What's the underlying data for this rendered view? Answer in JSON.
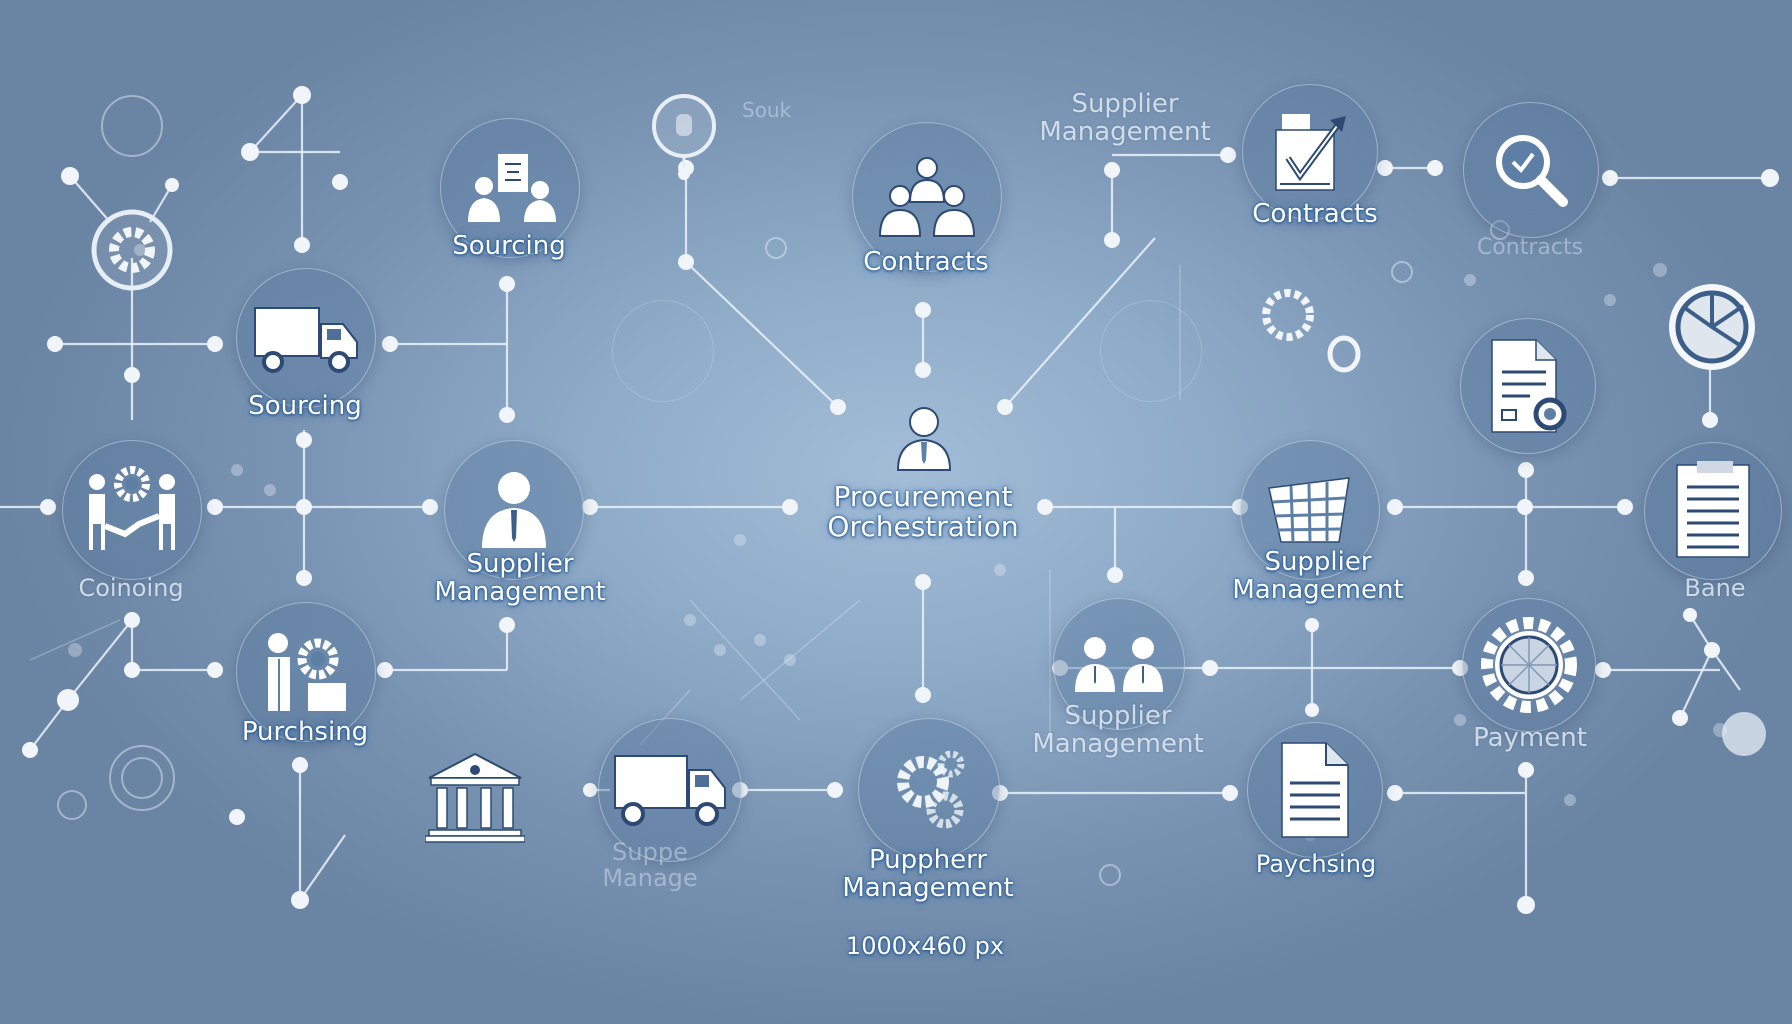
{
  "diagram": {
    "title": "Procurement Orchestration",
    "center": {
      "label_line1": "Procurement",
      "label_line2": "Orchestration",
      "icon": "person-icon"
    },
    "nodes": [
      {
        "id": "sourcing-top",
        "label": "Sourcing",
        "icon": "team-document-icon"
      },
      {
        "id": "sourcing-truck",
        "label": "Sourcing",
        "icon": "truck-icon"
      },
      {
        "id": "contracts-team",
        "label": "Contracts",
        "icon": "team-icon"
      },
      {
        "id": "supplier-mgmt-top",
        "label_line1": "Supplier",
        "label_line2": "Management",
        "icon": "none"
      },
      {
        "id": "contracts-check",
        "label": "Contracts",
        "icon": "checklist-arrow-icon"
      },
      {
        "id": "contracts-search",
        "label": "Contracts",
        "icon": "magnifier-check-icon"
      },
      {
        "id": "coinoing",
        "label": "Coinoing",
        "icon": "handshake-gear-icon"
      },
      {
        "id": "supplier-mgmt-left",
        "label_line1": "Supplier",
        "label_line2": "Management",
        "icon": "person-icon"
      },
      {
        "id": "purchasing-left",
        "label": "Purchsing",
        "icon": "person-gear-icon"
      },
      {
        "id": "supplier-mgmt-cart",
        "label_line1": "Supplier",
        "label_line2": "Management",
        "icon": "cart-icon"
      },
      {
        "id": "supplier-mgmt-duo",
        "label_line1": "Supplier",
        "label_line2": "Management",
        "icon": "two-people-icon"
      },
      {
        "id": "payment",
        "label": "Payment",
        "icon": "gear-chart-icon"
      },
      {
        "id": "bane",
        "label": "Bane",
        "icon": "clipboard-icon"
      },
      {
        "id": "doc-search",
        "label": "",
        "icon": "document-search-icon"
      },
      {
        "id": "pie",
        "label": "",
        "icon": "pie-chart-icon"
      },
      {
        "id": "bank",
        "label": "",
        "icon": "bank-icon"
      },
      {
        "id": "truck-bottom",
        "label_line1": "Suppe",
        "label_line2": "Manage",
        "icon": "truck-icon"
      },
      {
        "id": "pupphern",
        "label_line1": "Puppherr",
        "label_line2": "Management",
        "icon": "gears-icon"
      },
      {
        "id": "paychsing",
        "label": "Paychsing",
        "icon": "document-icon"
      }
    ],
    "faint_labels": {
      "souk": "Souk",
      "contracts_ghost": "Contracts"
    },
    "footer_note": "1000x460 px"
  },
  "colors": {
    "bg_center": "#a3bdd7",
    "bg_edge": "#6a84a3",
    "node_white": "#f4f7fb",
    "icon_navy": "#2c4a73",
    "label_glow": "#24588f"
  }
}
